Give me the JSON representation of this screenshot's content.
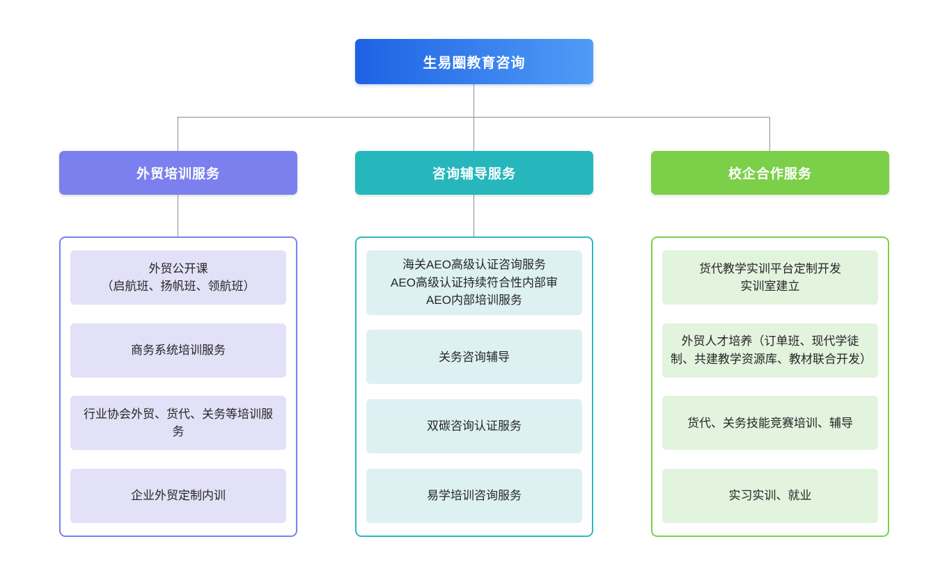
{
  "diagram": {
    "root": {
      "label": "生易圈教育咨询"
    },
    "branches": [
      {
        "label": "外贸培训服务",
        "items": [
          "外贸公开课\n（启航班、扬帆班、领航班）",
          "商务系统培训服务",
          "行业协会外贸、货代、关务等培训服务",
          "企业外贸定制内训"
        ]
      },
      {
        "label": "咨询辅导服务",
        "items": [
          "海关AEO高级认证咨询服务\nAEO高级认证持续符合性内部审\nAEO内部培训服务",
          "关务咨询辅导",
          "双碳咨询认证服务",
          "易学培训咨询服务"
        ]
      },
      {
        "label": "校企合作服务",
        "items": [
          "货代教学实训平台定制开发\n实训室建立",
          "外贸人才培养（订单班、现代学徒制、共建教学资源库、教材联合开发）",
          "货代、关务技能竞赛培训、辅导",
          "实习实训、就业"
        ]
      }
    ],
    "colors": {
      "root_gradient_from": "#1e62e4",
      "root_gradient_to": "#4f9cf6",
      "branch_trade_training_accent": "#7b80ee",
      "branch_trade_training_item_bg": "#e3e1f8",
      "branch_consulting_accent": "#25b7bc",
      "branch_consulting_item_bg": "#ddf1f3",
      "branch_school_enterprise_accent": "#7ccf49",
      "branch_school_enterprise_item_bg": "#e2f3de",
      "connector": "#8b8e94"
    }
  }
}
